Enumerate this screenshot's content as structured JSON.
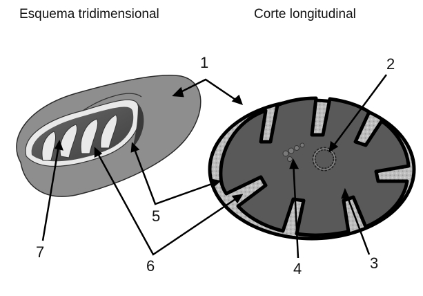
{
  "captions": {
    "left": "Esquema tridimensional",
    "right": "Corte longitudinal"
  },
  "labels": {
    "n1": "1",
    "n2": "2",
    "n3": "3",
    "n4": "4",
    "n5": "5",
    "n6": "6",
    "n7": "7"
  },
  "colors": {
    "outer_membrane": "#8e8e8e",
    "matrix": "#585858",
    "inner_light": "#e6e6e6",
    "outline": "#000000"
  }
}
